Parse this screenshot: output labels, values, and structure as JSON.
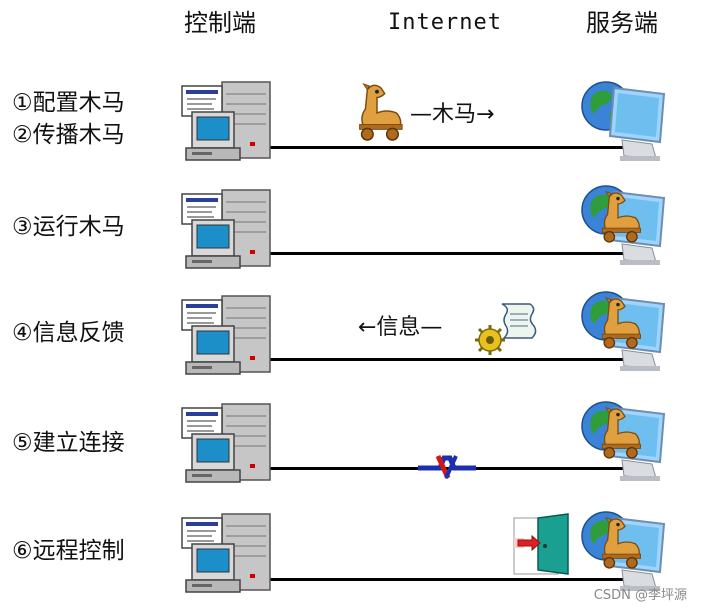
{
  "headers": {
    "control": "控制端",
    "internet": "Internet",
    "server": "服务端"
  },
  "steps": [
    {
      "label_a": "①配置木马",
      "label_b": "②传播木马",
      "flow": "—木马→"
    },
    {
      "label": "③运行木马"
    },
    {
      "label": "④信息反馈",
      "flow": "←信息—"
    },
    {
      "label": "⑤建立连接"
    },
    {
      "label": "⑥远程控制"
    }
  ],
  "watermark": "CSDN @李坪源"
}
